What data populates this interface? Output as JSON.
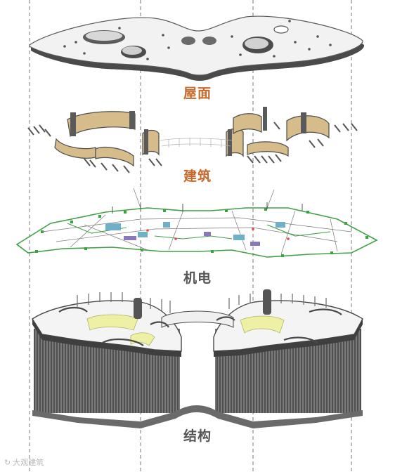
{
  "layers": {
    "roof": "屋面",
    "architecture": "建筑",
    "mep": "机电",
    "structure": "结构"
  },
  "watermark": "大观建筑",
  "colors": {
    "label_accent": "#c8692b",
    "label_dark": "#555555",
    "wall_tan": "#d6bc8a",
    "duct_green": "#3fa046",
    "slab_grey": "#5a5a5a",
    "highlight_yellow": "#eef0a6"
  }
}
